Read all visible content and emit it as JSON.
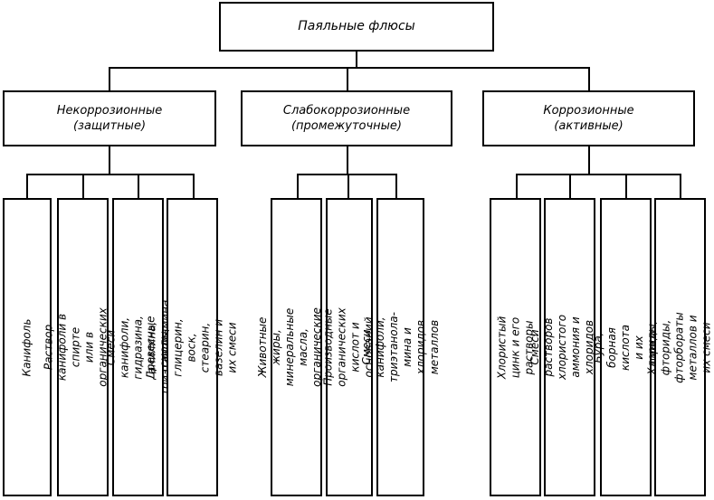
{
  "root": {
    "label": "Паяльные флюсы"
  },
  "categories": [
    {
      "label": "Некоррозионные\n(защитные)",
      "items": [
        "Канифоль",
        "Раствор канифоли в спирте\nили в органических растворителях",
        "Смеси канифоли, гидразина,\nанилина, триэтаноламина",
        "Древесные смолы, глицерин, воск,\nстеарин, вазелин и их смеси"
      ]
    },
    {
      "label": "Слабокоррозионные\n(промежуточные)",
      "items": [
        "Животные жиры, минеральные\nмасла, органические кислоты",
        "Производные органических\nкислот и оснований",
        "Смеси канифоли, триэтанола-\nмина и хлоридов металлов"
      ]
    },
    {
      "label": "Коррозионные\n(активные)",
      "items": [
        "Хлористый цинк и его растворы",
        "Смеси растворов хлористого\nаммония и хлоридов металлов",
        "Бура, борная кислота и их смеси",
        "Хлориды, фториды, фторбораты\nметаллов и их смеси"
      ]
    }
  ]
}
